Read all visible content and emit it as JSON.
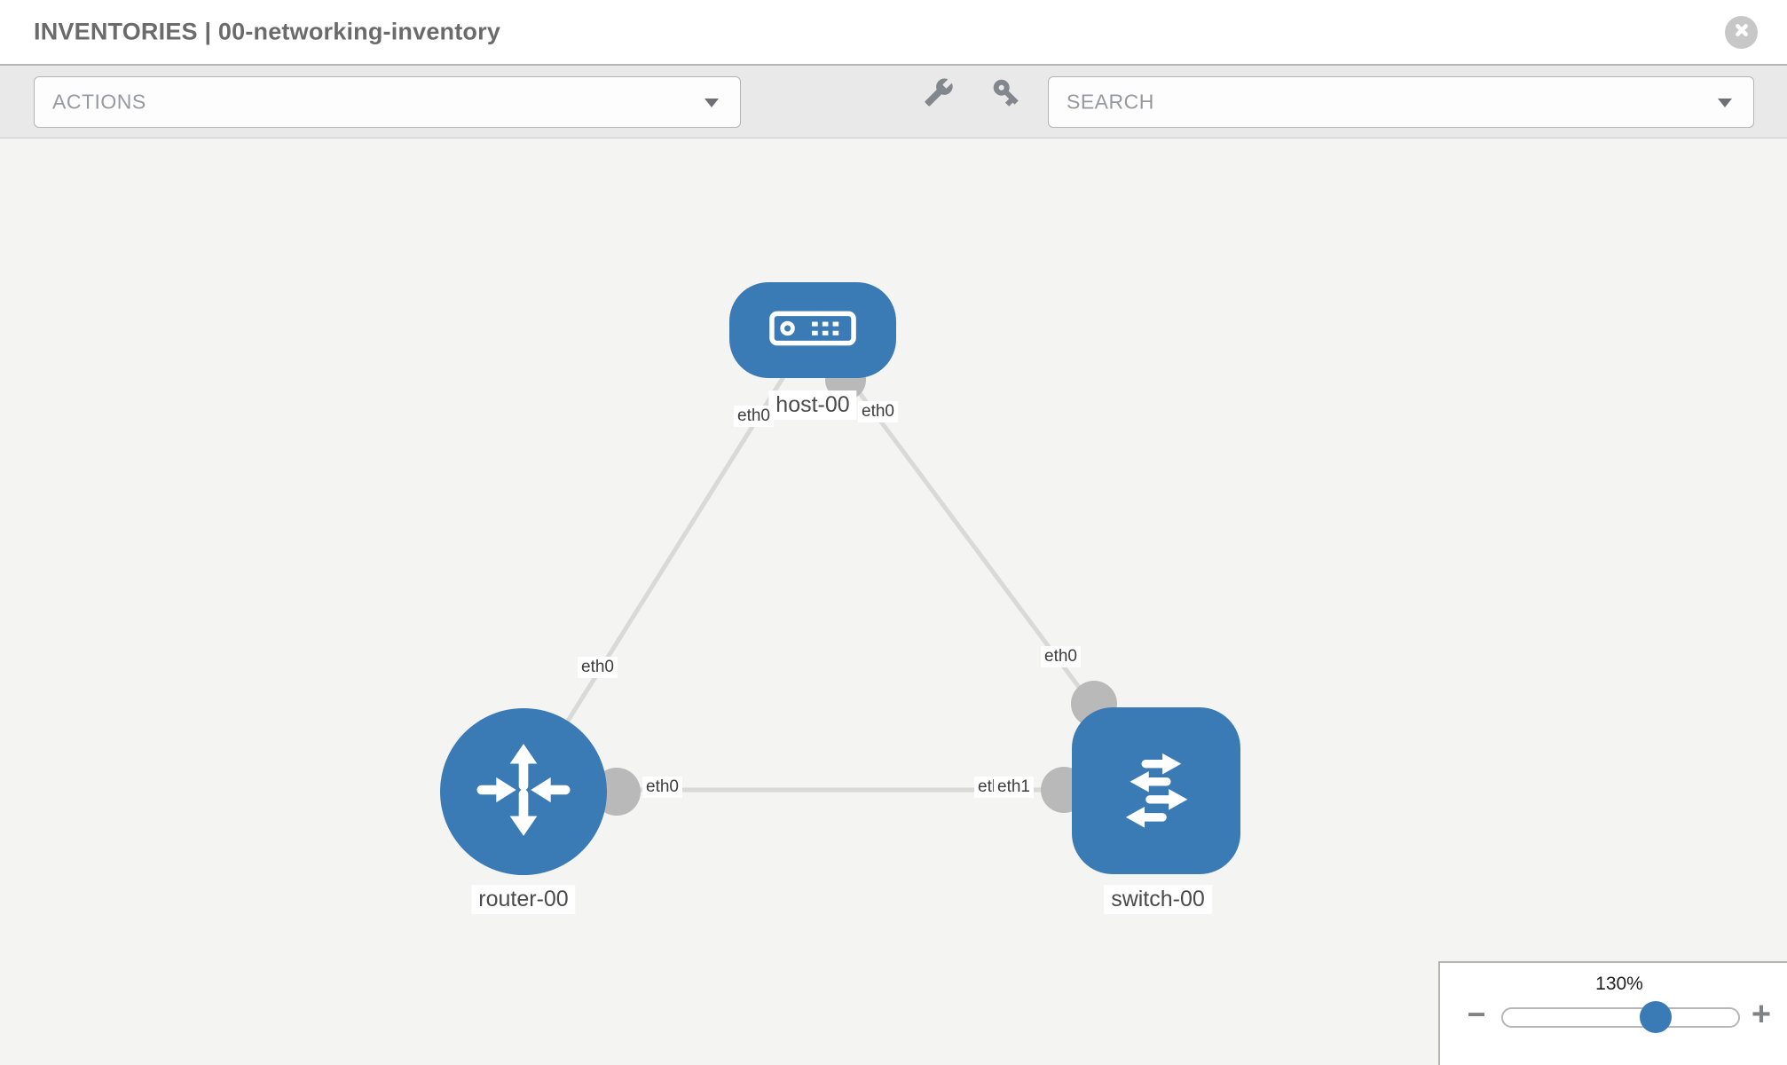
{
  "header": {
    "title": "INVENTORIES | 00-networking-inventory",
    "close_icon": "circle-x"
  },
  "toolbar": {
    "actions_label": "ACTIONS",
    "search_label": "SEARCH",
    "tool_icons": [
      "wrench",
      "key"
    ]
  },
  "topology": {
    "nodes": [
      {
        "id": "host-00",
        "type": "host"
      },
      {
        "id": "router-00",
        "type": "router"
      },
      {
        "id": "switch-00",
        "type": "switch"
      }
    ],
    "links": [
      {
        "source": "host-00",
        "source_interface": "eth0",
        "target": "router-00",
        "target_interface": "eth0"
      },
      {
        "source": "host-00",
        "source_interface": "eth0",
        "target": "switch-00",
        "target_interface": "eth0"
      },
      {
        "source": "router-00",
        "source_interface": "eth0",
        "target": "switch-00",
        "target_interface": "eth1"
      }
    ],
    "labels": {
      "host": "host-00",
      "router": "router-00",
      "switch": "switch-00",
      "host_if_left": "eth0",
      "host_if_right": "eth0",
      "router_if_top": "eth0",
      "router_if_right": "eth0",
      "switch_if_top": "eth0",
      "switch_if_left_back": "eth0",
      "switch_if_left_front": "eth1"
    }
  },
  "zoom_control": {
    "level": "130%",
    "zoom_out": "−",
    "zoom_in": "+"
  },
  "colors": {
    "node_blue": "#3a7ab5",
    "edge_gray": "#d9d9d8",
    "connector_gray": "#b9b9b9",
    "canvas_bg": "#f4f4f3",
    "toolbar_bg": "#e9e9e9"
  }
}
